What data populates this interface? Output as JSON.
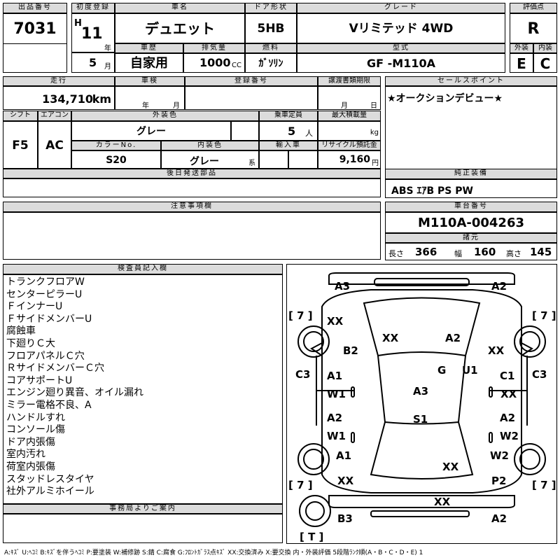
{
  "sheet": {
    "lot": {
      "label": "出品番号",
      "value": "7031"
    },
    "first_reg": {
      "label": "初度登録",
      "era": "H",
      "year": "11",
      "year_unit": "年",
      "month": "5",
      "month_unit": "月"
    },
    "car_name": {
      "label": "車名",
      "value": "デュエット"
    },
    "door": {
      "label": "ドア形状",
      "value": "5HB"
    },
    "grade": {
      "label": "グレード",
      "value": "Vリミテッド 4WD"
    },
    "score": {
      "label": "評価点",
      "value": "R"
    },
    "history": {
      "label": "車歴",
      "value": "自家用"
    },
    "displacement": {
      "label": "排気量",
      "value": "1000",
      "unit": "CC"
    },
    "fuel": {
      "label": "燃料",
      "value": "ｶﾞｿﾘﾝ"
    },
    "model": {
      "label": "型式",
      "value": "GF -M110A"
    },
    "exterior": {
      "label": "外装",
      "value": "E"
    },
    "interior": {
      "label": "内装",
      "value": "C"
    },
    "mileage": {
      "label": "走行",
      "value": "134,710",
      "unit": "km"
    },
    "inspection": {
      "label": "車検",
      "year_unit": "年",
      "month_unit": "月"
    },
    "reg_no": {
      "label": "登録番号"
    },
    "transfer": {
      "label": "譲渡書類期限",
      "month_unit": "月",
      "day_unit": "日"
    },
    "shift": {
      "label": "シフト",
      "value": "F5"
    },
    "aircon": {
      "label": "エアコン",
      "value": "AC"
    },
    "ext_color": {
      "label": "外装色",
      "value": "グレー"
    },
    "capacity": {
      "label": "乗車定員",
      "value": "5",
      "unit": "人"
    },
    "max_load": {
      "label": "最大積載量",
      "unit": "kg"
    },
    "color_no": {
      "label": "カラーNo.",
      "value": "S20"
    },
    "int_color": {
      "label": "内装色",
      "value": "グレー",
      "unit": "系"
    },
    "import": {
      "label": "輸入車"
    },
    "recycle": {
      "label": "リサイクル預託金",
      "value": "9,160",
      "unit": "円"
    },
    "late_parts": {
      "label": "後日発送部品"
    },
    "sales_point": {
      "label": "セールスポイント",
      "value": "★オークションデビュー★"
    },
    "equipment": {
      "label": "純正装備",
      "value": "ABS ｴｱB PS PW"
    },
    "notes": {
      "label": "注意事項欄"
    },
    "chassis": {
      "label": "車台番号",
      "value": "M110A-004263"
    },
    "dims": {
      "label": "諸元",
      "length_label": "長さ",
      "length": "366",
      "width_label": "幅",
      "width": "160",
      "height_label": "高さ",
      "height": "145"
    },
    "inspector": {
      "label": "検査員記入欄",
      "lines": [
        "トランクフロアW",
        "センターピラーU",
        "ＦインナーU",
        "ＦサイドメンバーU",
        "腐蝕車",
        "下廻りＣ大",
        "フロアパネルＣ穴",
        "ＲサイドメンバーＣ穴",
        "コアサポートU",
        "エンジン廻り異音、オイル漏れ",
        "ミラー電格不良、A",
        "ハンドルすれ",
        "コンソール傷",
        "ドア内張傷",
        "室内汚れ",
        "荷室内張傷",
        "スタッドレスタイヤ",
        "社外アルミホイール"
      ]
    },
    "office": {
      "label": "事務局よりご案内"
    },
    "legend": "A:ｷｽﾞ U:ﾍｺﾐ B:ｷｽﾞを伴うﾍｺﾐ P:要塗装 W:補修跡 S:錆 C:腐食 G:ﾌﾛﾝﾄｶﾞﾗｽ点ｷｽﾞ XX:交換済み X:要交換 内・外装評価 5段階ﾗﾝｸ順(A・B・C・D・E) 1"
  },
  "diagram": {
    "marks": [
      "A3",
      "A2",
      "[ 7 ]",
      "[ 7 ]",
      "XX",
      "XX",
      "A2",
      "B2",
      "XX",
      "C3",
      "C3",
      "G",
      "U1",
      "A1",
      "C1",
      "W1",
      "A3",
      "XX",
      "A2",
      "A2",
      "S1",
      "W1",
      "W2",
      "A1",
      "W2",
      "XX",
      "XX",
      "[ 7 ]",
      "P2",
      "[ 7 ]",
      "XX",
      "B3",
      "A2",
      "[ T ]"
    ]
  }
}
